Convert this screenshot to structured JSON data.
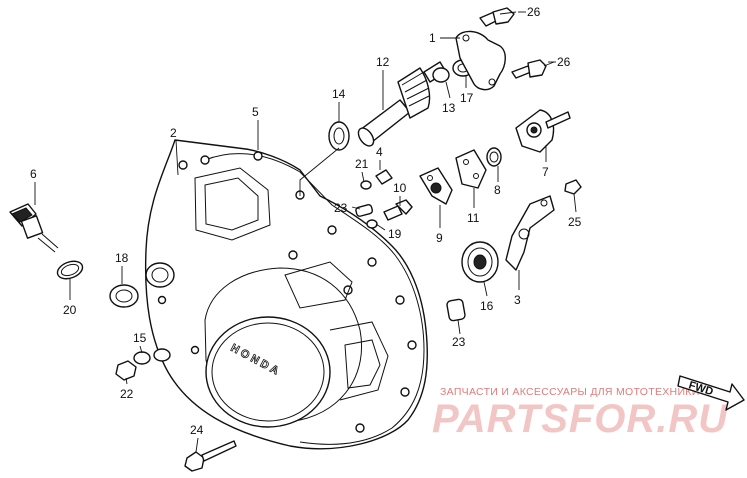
{
  "diagram": {
    "part_numbers": [
      "1",
      "2",
      "3",
      "4",
      "5",
      "6",
      "7",
      "8",
      "9",
      "10",
      "11",
      "12",
      "13",
      "14",
      "15",
      "16",
      "17",
      "18",
      "19",
      "20",
      "21",
      "22",
      "23",
      "23",
      "24",
      "25",
      "26",
      "26"
    ],
    "cover_logo": "HONDA",
    "direction_label": "FWD",
    "watermark_caption": "ЗАПЧАСТИ И АКСЕССУАРЫ ДЛЯ МОТОТЕХНИКИ",
    "watermark_brand": "PARTSFOR.RU"
  }
}
